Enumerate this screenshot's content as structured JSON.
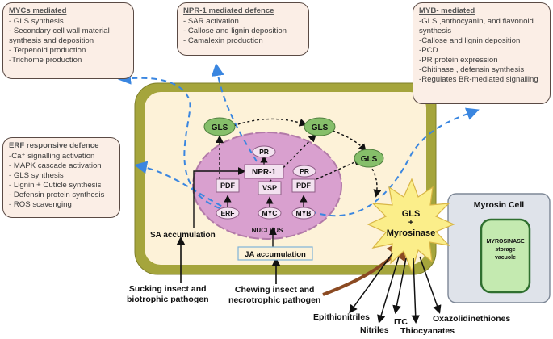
{
  "boxes": {
    "mycs": {
      "title": "MYCs mediated",
      "items": [
        "- GLS synthesis",
        "- Secondary cell wall material synthesis and deposition",
        "- Terpenoid production",
        "-Trichome production"
      ]
    },
    "npr1": {
      "title": "NPR-1 mediated defence",
      "items": [
        "- SAR activation",
        "- Callose and lignin deposition",
        "- Camalexin production"
      ]
    },
    "myb": {
      "title": "MYB- mediated",
      "items": [
        "-GLS ,anthocyanin, and flavonoid synthesis",
        "-Callose and lignin deposition",
        "-PCD",
        "-PR protein expression",
        "-Chitinase , defensin synthesis",
        "-Regulates BR-mediated signalling"
      ]
    },
    "erf": {
      "title": "ERF responsive defence",
      "items": [
        "-Ca⁺ signalling activation",
        "- MAPK cascade activation",
        "- GLS synthesis",
        "- Lignin + Cuticle synthesis",
        "- Defensin protein synthesis",
        "- ROS scavenging"
      ]
    }
  },
  "cell": {
    "gls_nodes": [
      "GLS",
      "GLS",
      "GLS"
    ],
    "nucleus_label": "NUCLEUS",
    "pr_left": "PR",
    "pr_right": "PR",
    "npr1": "NPR-1",
    "pdf_left": "PDF",
    "vsp": "VSP",
    "pdf_right": "PDF",
    "erf": "ERF",
    "myc": "MYC",
    "myb": "MYB",
    "sa_accumulation": "SA accumulation",
    "ja_accumulation": "JA accumulation"
  },
  "burst": {
    "line1": "GLS",
    "line2": "+",
    "line3": "Myrosinase"
  },
  "myrosin": {
    "title": "Myrosin Cell",
    "vacuole": [
      "MYROSINASE",
      "storage",
      "vacuole"
    ]
  },
  "attackers": {
    "sucking": [
      "Sucking insect and",
      "biotrophic pathogen"
    ],
    "chewing": [
      "Chewing insect and",
      "necrotrophic pathogen"
    ]
  },
  "products": [
    "Epithionitriles",
    "Nitriles",
    "ITC",
    "Thiocyanates",
    "Oxazolidinethiones"
  ],
  "colors": {
    "cell_wall": "#a5a53c",
    "cytoplasm": "#fdf2d8",
    "nucleus": "#d9a0cf",
    "gls_node": "#86bf6a",
    "burst": "#fbee8a",
    "dashed_blue": "#3a86e0",
    "brown_arrow": "#8b4a22",
    "myrosin_cell": "#dfe3ea",
    "vacuole": "#c4eab0"
  }
}
